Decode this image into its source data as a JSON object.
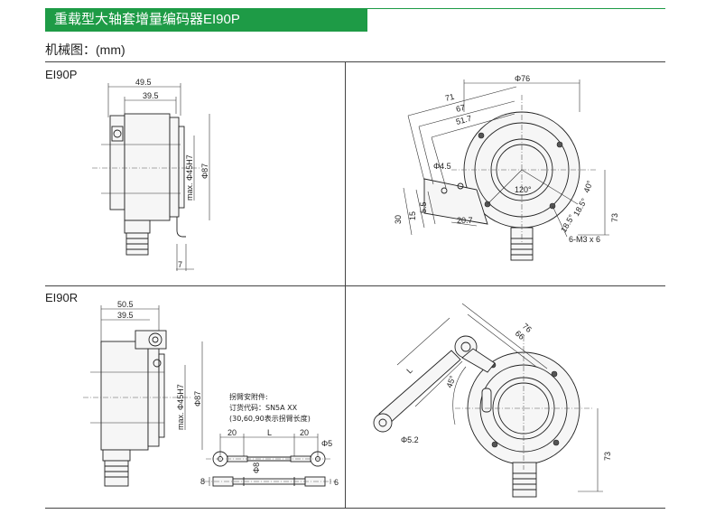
{
  "header": {
    "title": "重载型大轴套增量编码器EI90P"
  },
  "subtitle": "机械图：(mm)",
  "panels": {
    "ei90p_label": "EI90P",
    "ei90r_label": "EI90R"
  },
  "ei90p_side": {
    "d1": "49.5",
    "d2": "39.5",
    "d3": "max. Φ45H7",
    "d4": "Φ87",
    "d5": "7"
  },
  "ei90p_front": {
    "d_outer": "Φ76",
    "r71": "71",
    "r67": "67",
    "r517": "51.7",
    "hole": "Φ4.5",
    "h30": "30",
    "h15": "15",
    "h55": "5.5",
    "w207": "20.7",
    "ang120": "120°",
    "ang40": "40°",
    "ang185": "18.5°",
    "ang18": "18.5°",
    "thread": "6-M3 x 6",
    "h73": "73"
  },
  "ei90r_side": {
    "d1": "50.5",
    "d2": "39.5",
    "d3": "max. Φ45H7",
    "d4": "Φ87"
  },
  "arm": {
    "note1": "拐臂安附件:",
    "note2": "订货代码：SN5A XX",
    "note3": "(30,60,90表示拐臂长度)",
    "l20a": "20",
    "lL": "L",
    "l20b": "20",
    "hole": "Φ5",
    "rod": "Φ8",
    "h8": "8",
    "h6": "6"
  },
  "ei90r_front": {
    "r76": "76",
    "r66": "66",
    "L": "L",
    "ang45": "45°",
    "hole": "Φ5.2",
    "h73": "73"
  }
}
